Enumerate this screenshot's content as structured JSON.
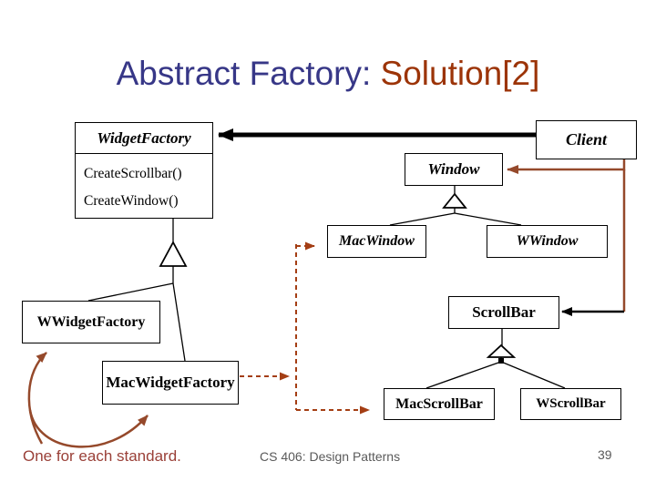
{
  "title": {
    "main": "Abstract Factory:",
    "accent": " Solution[2]"
  },
  "classes": {
    "widget_factory": {
      "name": "WidgetFactory",
      "methods": [
        "CreateScrollbar()",
        "CreateWindow()"
      ]
    },
    "client": {
      "name": "Client"
    },
    "window": {
      "name": "Window"
    },
    "mac_window": {
      "name": "MacWindow"
    },
    "w_window": {
      "name": "WWindow"
    },
    "scrollbar": {
      "name": "ScrollBar"
    },
    "w_widget_factory": {
      "name": "WWidgetFactory"
    },
    "mac_widget_factory": {
      "name": "MacWidgetFactory"
    },
    "mac_scrollbar": {
      "name": "MacScrollBar"
    },
    "w_scrollbar": {
      "name": "WScrollBar"
    }
  },
  "annotation": {
    "text": "One for each standard."
  },
  "footer": {
    "course": "CS 406: Design Patterns",
    "page": "39"
  },
  "colors": {
    "title_main": "#373787",
    "title_accent": "#9c3408",
    "solid_connector_brown": "#95492b",
    "dashed_connector_brown": "#a43e14",
    "annotation_brown": "#9a4038",
    "footer_gray": "#5a5a5a",
    "line_black": "#000000"
  }
}
